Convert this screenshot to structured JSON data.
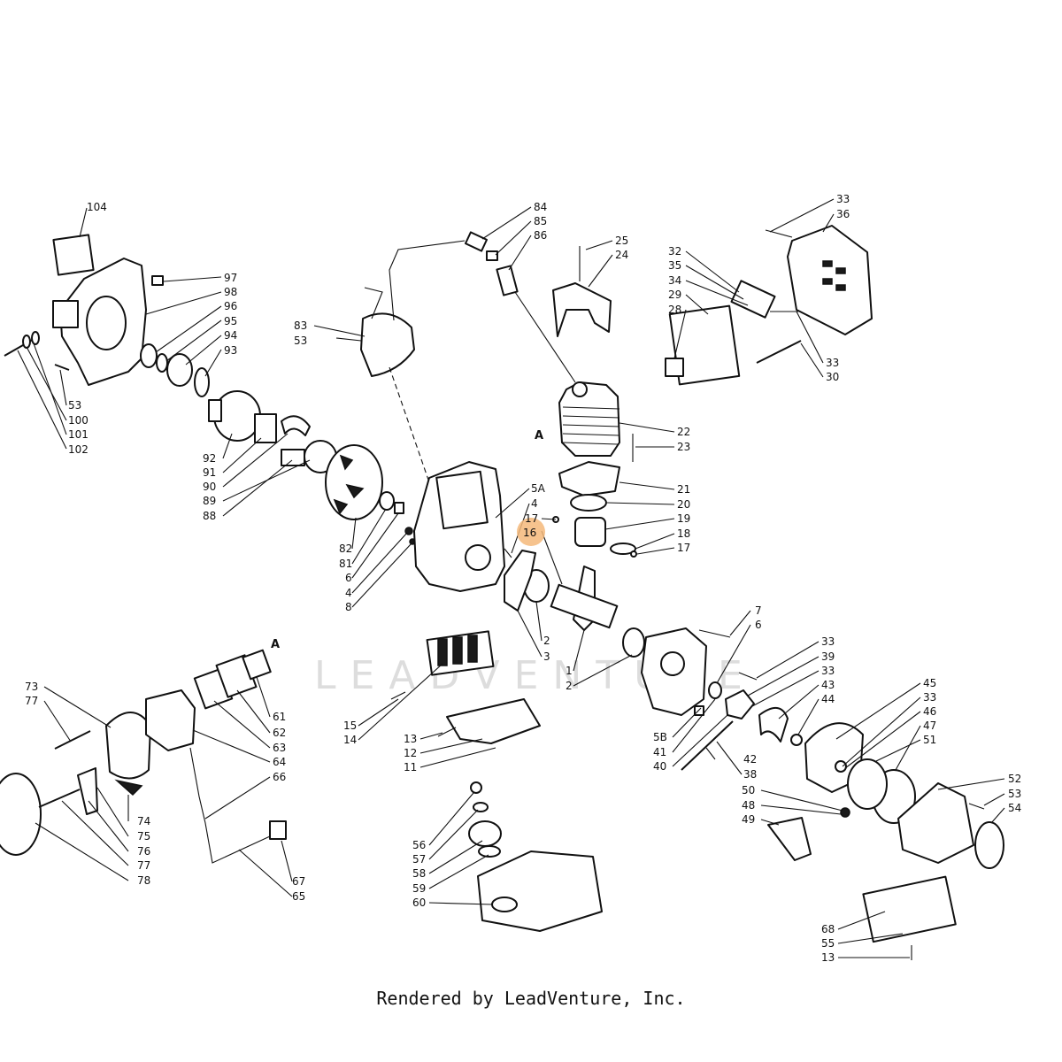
{
  "watermark": "LEADVENTURE",
  "footer": "Rendered by LeadVenture, Inc.",
  "highlight_label": "16",
  "reference_letters": [
    "A",
    "A"
  ],
  "labels": [
    "104",
    "97",
    "98",
    "96",
    "95",
    "94",
    "93",
    "53",
    "100",
    "101",
    "102",
    "92",
    "91",
    "90",
    "89",
    "88",
    "84",
    "85",
    "86",
    "83",
    "53",
    "25",
    "24",
    "33",
    "36",
    "32",
    "35",
    "34",
    "29",
    "28",
    "33",
    "30",
    "22",
    "23",
    "21",
    "20",
    "19",
    "18",
    "17",
    "5A",
    "4",
    "17",
    "82",
    "81",
    "6",
    "4",
    "8",
    "2",
    "3",
    "1",
    "2",
    "7",
    "6",
    "33",
    "39",
    "33",
    "43",
    "44",
    "45",
    "33",
    "46",
    "47",
    "51",
    "42",
    "38",
    "5B",
    "41",
    "40",
    "52",
    "53",
    "54",
    "50",
    "48",
    "49",
    "73",
    "77",
    "61",
    "62",
    "63",
    "64",
    "66",
    "74",
    "75",
    "76",
    "77",
    "78",
    "67",
    "65",
    "15",
    "14",
    "13",
    "12",
    "11",
    "56",
    "57",
    "58",
    "59",
    "60",
    "68",
    "55",
    "13"
  ]
}
